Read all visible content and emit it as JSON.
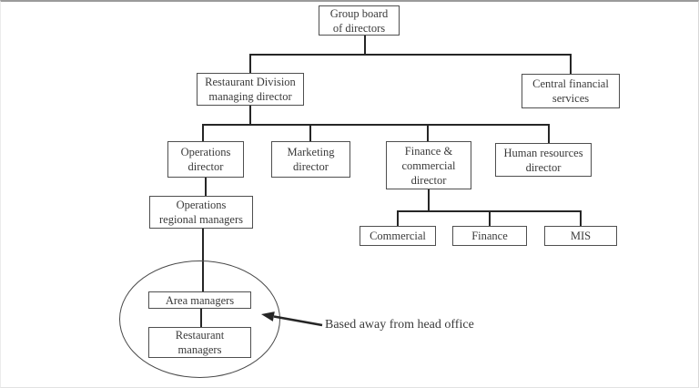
{
  "nodes": {
    "group_board": {
      "label": "Group board\nof directors"
    },
    "restaurant_division": {
      "label": "Restaurant Division\nmanaging director"
    },
    "central_financial": {
      "label": "Central financial\nservices"
    },
    "operations_director": {
      "label": "Operations\ndirector"
    },
    "marketing_director": {
      "label": "Marketing\ndirector"
    },
    "finance_commercial": {
      "label": "Finance &\ncommercial\ndirector"
    },
    "human_resources": {
      "label": "Human resources\ndirector"
    },
    "operations_regional": {
      "label": "Operations\nregional managers"
    },
    "commercial": {
      "label": "Commercial"
    },
    "finance": {
      "label": "Finance"
    },
    "mis": {
      "label": "MIS"
    },
    "area_managers": {
      "label": "Area managers"
    },
    "restaurant_managers": {
      "label": "Restaurant\nmanagers"
    }
  },
  "annotation": {
    "label": "Based away from head office"
  },
  "colors": {
    "line": "#262626",
    "box_border": "#4f4f4f",
    "text": "#3a3a3a",
    "background": "#ffffff"
  }
}
